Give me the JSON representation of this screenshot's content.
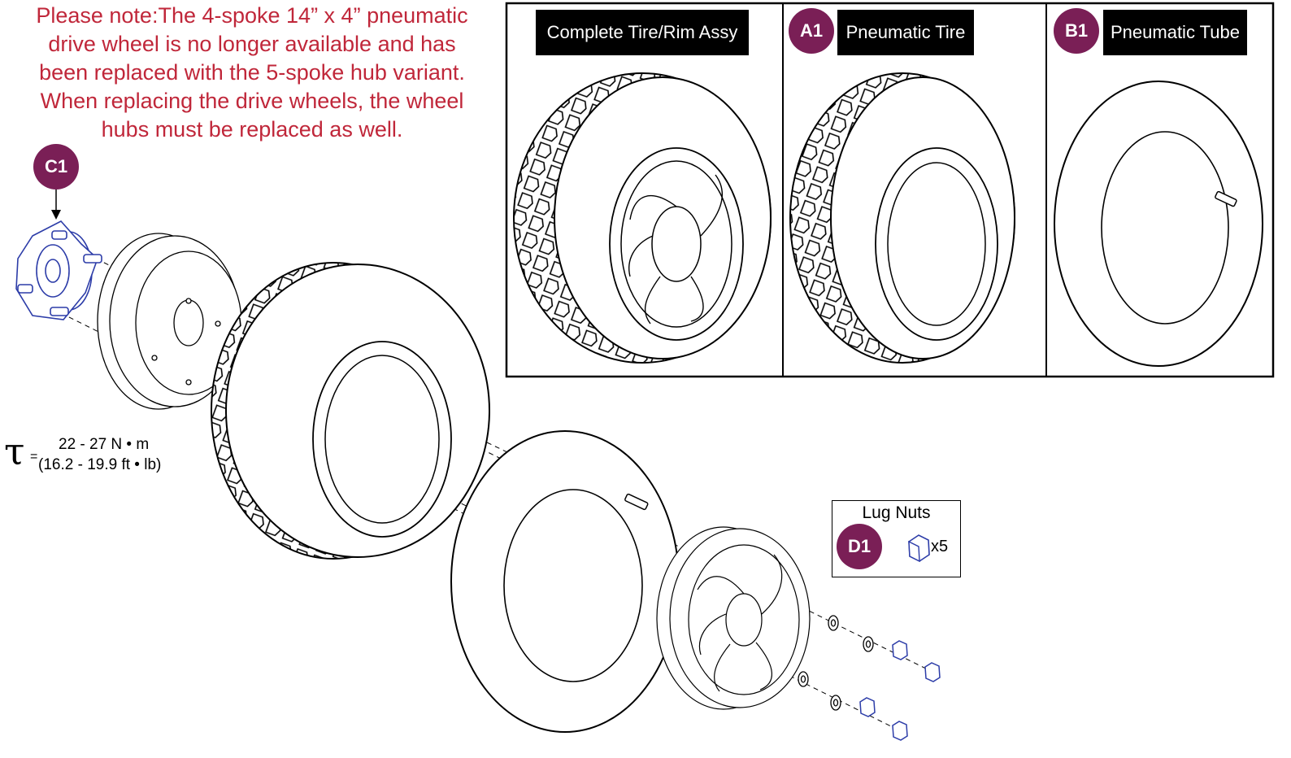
{
  "note": {
    "lines": [
      "Please note:The 4-spoke 14” x 4” pneumatic",
      "drive wheel is no longer available and has",
      "been replaced with the 5-spoke hub variant.",
      "When replacing the drive wheels, the wheel",
      "hubs must be replaced as well."
    ]
  },
  "inset_panels": [
    {
      "label": "Complete Tire/Rim Assy",
      "badge": ""
    },
    {
      "label": "Pneumatic Tire",
      "badge": "A1"
    },
    {
      "label": "Pneumatic Tube",
      "badge": "B1"
    }
  ],
  "callouts": {
    "hub": "C1",
    "lug": "D1"
  },
  "lug_nuts": {
    "title": "Lug Nuts",
    "quantity": "x5"
  },
  "torque": {
    "symbol": "τ",
    "equals": "=",
    "metric": "22 - 27 N • m",
    "imperial": "(16.2 - 19.9 ft • lb)"
  },
  "colors": {
    "note_text": "#c0273a",
    "badge": "#7a1f56",
    "highlight_part": "#2c3ca8",
    "label_bg": "#000000"
  },
  "icons": [
    "hub-icon",
    "rim-half-icon",
    "tire-icon",
    "tube-icon",
    "lug-nut-icon",
    "washer-icon",
    "valve-stem-icon",
    "arrow-icon"
  ]
}
